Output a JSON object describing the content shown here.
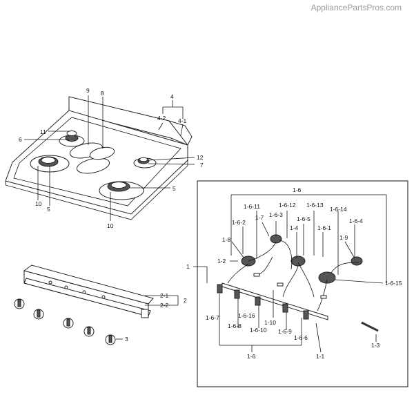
{
  "watermark": "AppliancePartsPros.com",
  "labels": {
    "c4": "4",
    "c4_2": "4-2",
    "c4_1": "4-1",
    "c9": "9",
    "c8": "8",
    "c11": "11",
    "c6": "6",
    "c12": "12",
    "c7": "7",
    "c5a": "5",
    "c5b": "5",
    "c10a": "10",
    "c10b": "10",
    "c1": "1",
    "c2": "2",
    "c2_1": "2-1",
    "c2_2": "2-2",
    "c3": "3",
    "c1_6top": "1-6",
    "c1_6_11": "1-6-11",
    "c1_6_12": "1-6-12",
    "c1_6_13": "1-6-13",
    "c1_6_14": "1-6-14",
    "c1_6_3": "1-6-3",
    "c1_6_5": "1-6-5",
    "c1_6_1": "1-6-1",
    "c1_6_2": "1-6-2",
    "c1_7": "1-7",
    "c1_4": "1-4",
    "c1_6_4": "1-6-4",
    "c1_8": "1-8",
    "c1_9": "1-9",
    "c1_2": "1-2",
    "c1_6_15": "1-6-15",
    "c1_6_7": "1-6-7",
    "c1_6_16": "1-6-16",
    "c1_10": "1-10",
    "c1_6_8": "1-6-8",
    "c1_6_10": "1-6-10",
    "c1_6_9": "1-6-9",
    "c1_6_6": "1-6-6",
    "c1_6bot": "1-6",
    "c1_1": "1-1",
    "c1_3": "1-3"
  }
}
